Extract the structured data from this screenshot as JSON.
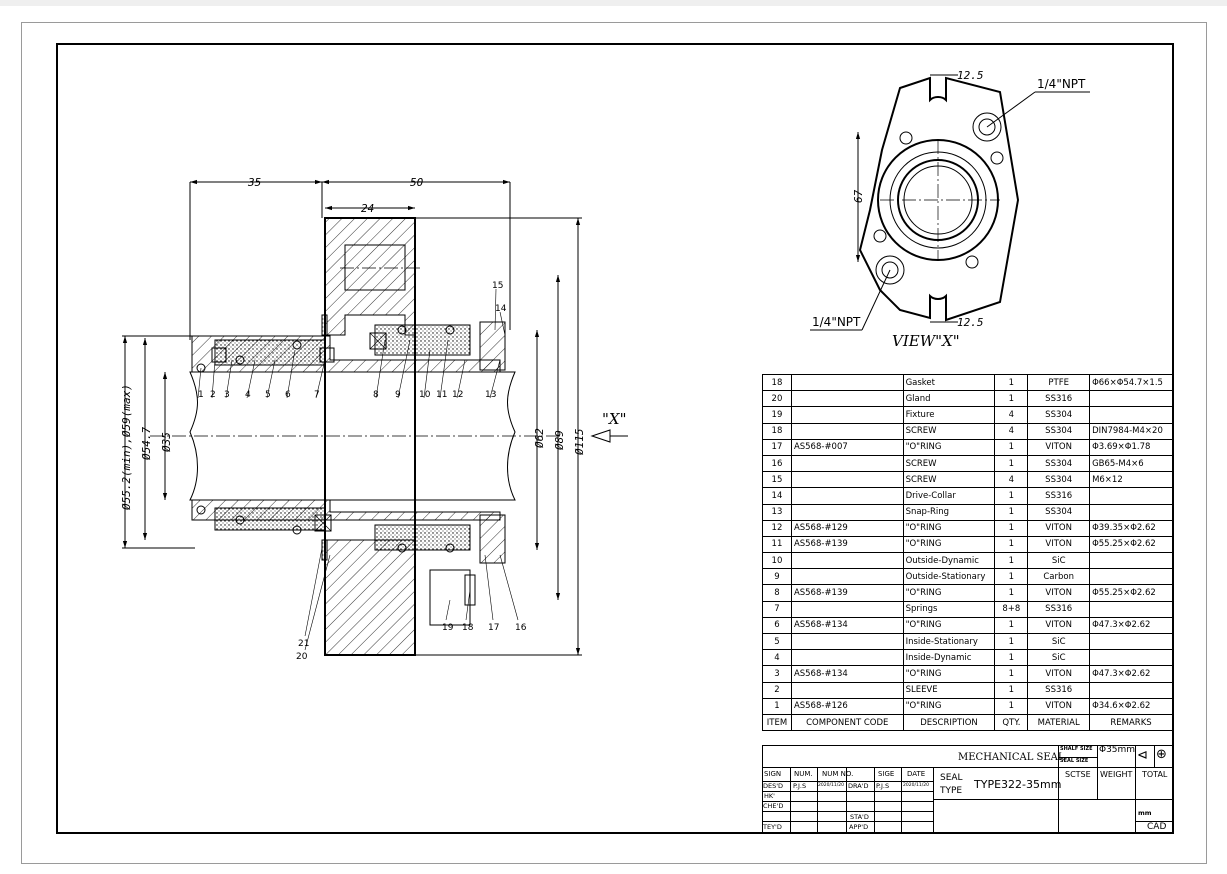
{
  "dimensions": {
    "d35_top": "35",
    "d50": "50",
    "d24": "24",
    "d55": "Ø55.2(min),Ø59(max)",
    "d54": "Ø54.7",
    "d35": "Ø35",
    "d62": "Ø62",
    "d89": "Ø89",
    "d115": "Ø115",
    "d12a": "12.5",
    "d12b": "12.5",
    "d67": "67"
  },
  "view_labels": {
    "x_arrow": "\"X\"",
    "view_x": "VIEW\"X\"",
    "npt_top": "1/4\"NPT",
    "npt_bottom": "1/4\"NPT"
  },
  "balloons": {
    "b1": "1",
    "b2": "2",
    "b3": "3",
    "b4": "4",
    "b5": "5",
    "b6": "6",
    "b7": "7",
    "b8": "8",
    "b9": "9",
    "b10": "10",
    "b11": "11",
    "b12": "12",
    "b13": "13",
    "b14": "14",
    "b15": "15",
    "b16": "16",
    "b17": "17",
    "b18": "18",
    "b19": "19",
    "b20": "20",
    "b21": "21"
  },
  "bom": {
    "rows": [
      {
        "item": "18",
        "code": "",
        "desc": "Gasket",
        "qty": "1",
        "mat": "PTFE",
        "rem": "Φ66×Φ54.7×1.5"
      },
      {
        "item": "20",
        "code": "",
        "desc": "Gland",
        "qty": "1",
        "mat": "SS316",
        "rem": ""
      },
      {
        "item": "19",
        "code": "",
        "desc": "Fixture",
        "qty": "4",
        "mat": "SS304",
        "rem": ""
      },
      {
        "item": "18",
        "code": "",
        "desc": "SCREW",
        "qty": "4",
        "mat": "SS304",
        "rem": "DIN7984-M4×20"
      },
      {
        "item": "17",
        "code": "AS568-#007",
        "desc": "\"O\"RING",
        "qty": "1",
        "mat": "VITON",
        "rem": "Φ3.69×Φ1.78"
      },
      {
        "item": "16",
        "code": "",
        "desc": "SCREW",
        "qty": "1",
        "mat": "SS304",
        "rem": "GB65-M4×6"
      },
      {
        "item": "15",
        "code": "",
        "desc": "SCREW",
        "qty": "4",
        "mat": "SS304",
        "rem": "M6×12"
      },
      {
        "item": "14",
        "code": "",
        "desc": "Drive-Collar",
        "qty": "1",
        "mat": "SS316",
        "rem": ""
      },
      {
        "item": "13",
        "code": "",
        "desc": "Snap-Ring",
        "qty": "1",
        "mat": "SS304",
        "rem": ""
      },
      {
        "item": "12",
        "code": "AS568-#129",
        "desc": "\"O\"RING",
        "qty": "1",
        "mat": "VITON",
        "rem": "Φ39.35×Φ2.62"
      },
      {
        "item": "11",
        "code": "AS568-#139",
        "desc": "\"O\"RING",
        "qty": "1",
        "mat": "VITON",
        "rem": "Φ55.25×Φ2.62"
      },
      {
        "item": "10",
        "code": "",
        "desc": "Outside-Dynamic",
        "qty": "1",
        "mat": "SiC",
        "rem": ""
      },
      {
        "item": "9",
        "code": "",
        "desc": "Outside-Stationary",
        "qty": "1",
        "mat": "Carbon",
        "rem": ""
      },
      {
        "item": "8",
        "code": "AS568-#139",
        "desc": "\"O\"RING",
        "qty": "1",
        "mat": "VITON",
        "rem": "Φ55.25×Φ2.62"
      },
      {
        "item": "7",
        "code": "",
        "desc": "Springs",
        "qty": "8+8",
        "mat": "SS316",
        "rem": ""
      },
      {
        "item": "6",
        "code": "AS568-#134",
        "desc": "\"O\"RING",
        "qty": "1",
        "mat": "VITON",
        "rem": "Φ47.3×Φ2.62"
      },
      {
        "item": "5",
        "code": "",
        "desc": "Inside-Stationary",
        "qty": "1",
        "mat": "SiC",
        "rem": ""
      },
      {
        "item": "4",
        "code": "",
        "desc": "Inside-Dynamic",
        "qty": "1",
        "mat": "SiC",
        "rem": ""
      },
      {
        "item": "3",
        "code": "AS568-#134",
        "desc": "\"O\"RING",
        "qty": "1",
        "mat": "VITON",
        "rem": "Φ47.3×Φ2.62"
      },
      {
        "item": "2",
        "code": "",
        "desc": "SLEEVE",
        "qty": "1",
        "mat": "SS316",
        "rem": ""
      },
      {
        "item": "1",
        "code": "AS568-#126",
        "desc": "\"O\"RING",
        "qty": "1",
        "mat": "VITON",
        "rem": "Φ34.6×Φ2.62"
      }
    ],
    "header": {
      "item": "ITEM",
      "code": "COMPONENT CODE",
      "desc": "DESCRIPTION",
      "qty": "QTY.",
      "mat": "MATERIAL",
      "rem": "REMARKS"
    }
  },
  "title_block": {
    "title": "MECHANICAL  SEAL",
    "shaft_size_label": "SHALF SIZE",
    "shaft_size_value": "Φ35mm",
    "seal_size_label": "SEAL SIZE",
    "sign": "SIGN",
    "num": "NUM.",
    "num_no": "NUM NO.",
    "sige": "SIGE",
    "date": "DATE",
    "desd": "DES'D",
    "pjs1": "P.J.S",
    "date1": "2020/11/20",
    "drad": "DRA'D",
    "pjs2": "P.J.S",
    "date2": "2020/11/20",
    "hk": "HK'",
    "ched": "CHE'D",
    "stad": "STA'D",
    "teyd": "TEY'D",
    "appd": "APP'D",
    "seal_type_label": "SEAL TYPE",
    "seal_type_value": "TYPE322-35mm",
    "sctse": "SCTSE",
    "weight": "WEIGHT",
    "total": "TOTAL",
    "unit": "mm",
    "cad": "CAD"
  }
}
